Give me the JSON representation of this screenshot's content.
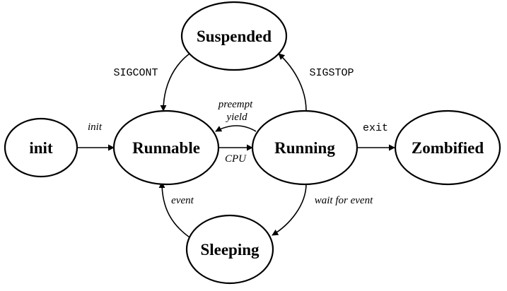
{
  "states": {
    "init": "init",
    "runnable": "Runnable",
    "running": "Running",
    "zombified": "Zombified",
    "suspended": "Suspended",
    "sleeping": "Sleeping"
  },
  "transitions": {
    "init_to_runnable": "init",
    "running_to_runnable_1": "preempt",
    "running_to_runnable_2": "yield",
    "runnable_to_running": "CPU",
    "running_to_zombified": "exit",
    "running_to_suspended": "SIGSTOP",
    "suspended_to_runnable": "SIGCONT",
    "running_to_sleeping": "wait for event",
    "sleeping_to_runnable": "event"
  }
}
